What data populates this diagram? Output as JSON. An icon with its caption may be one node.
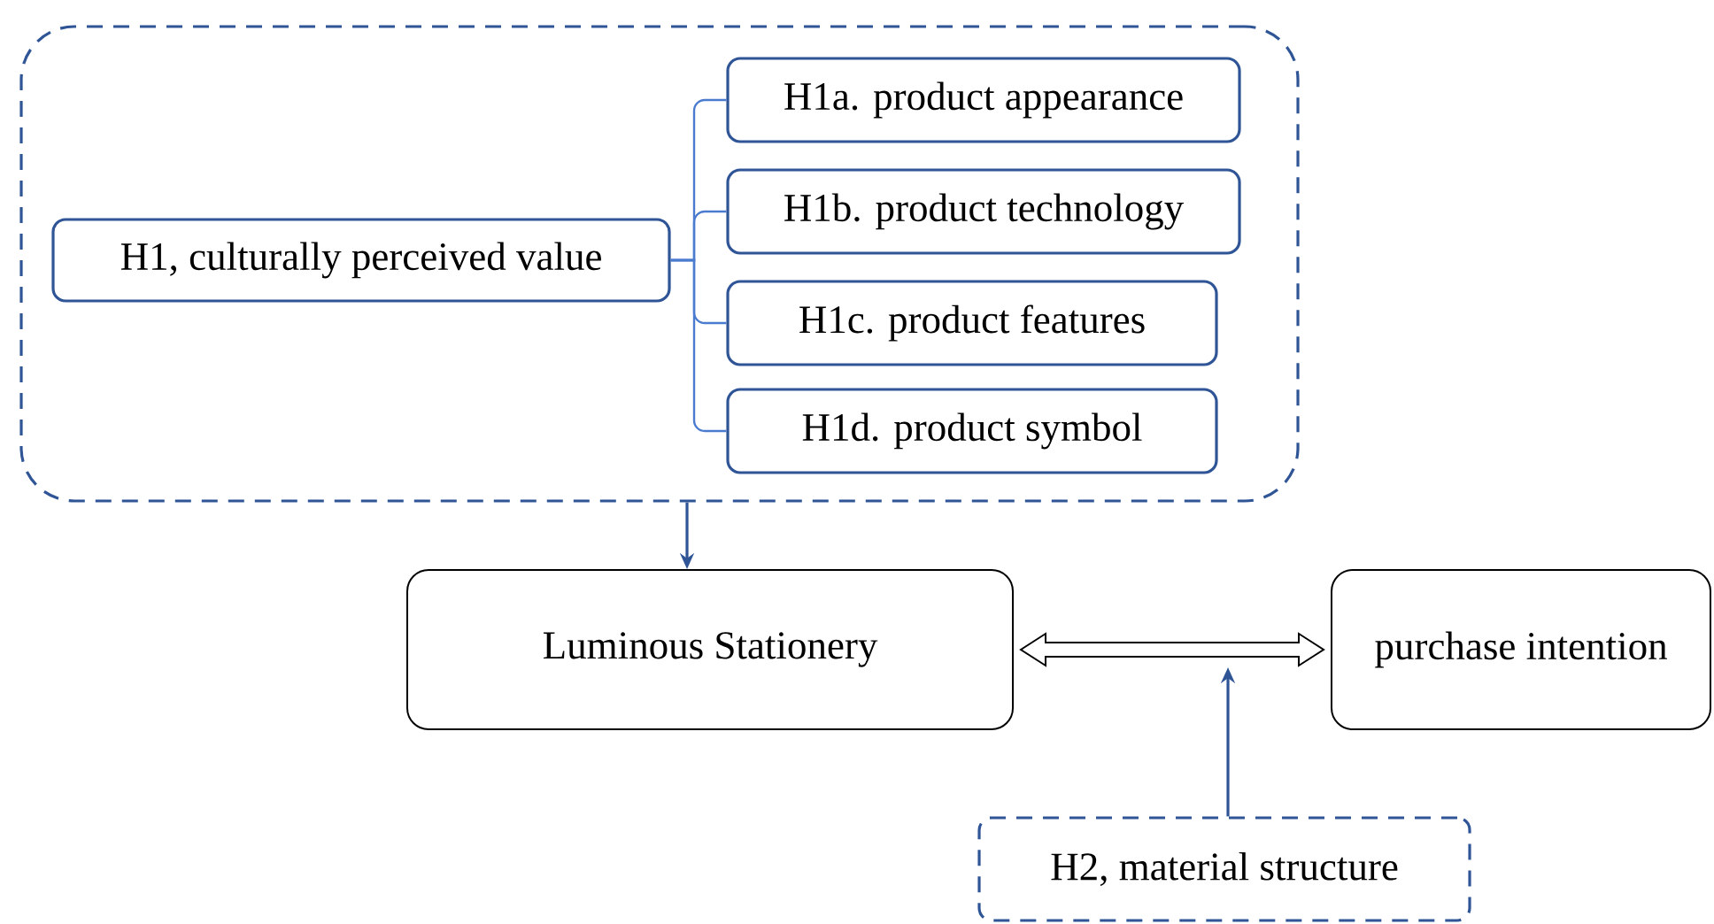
{
  "diagram": {
    "nodes": [
      {
        "text": [],
        "shape": "box"
      },
      {
        "text": [
          "H1, culturally perceived value"
        ],
        "in": 0
      },
      {
        "text": [
          "H1a. product appearance"
        ],
        "in": 0
      },
      {
        "text": [
          "H1b. product technology"
        ],
        "in": 0
      },
      {
        "text": [
          "H1c. product features"
        ],
        "in": 0
      },
      {
        "text": [
          "H1d. product symbol"
        ],
        "in": 0
      },
      {
        "text": [
          "Luminous Stationery"
        ]
      },
      {
        "text": [
          "purchase intention"
        ]
      },
      {
        "text": [
          "H2, material structure"
        ]
      }
    ],
    "edges": [
      {
        "from": 1,
        "to": 2,
        "arrow": "none"
      },
      {
        "from": 1,
        "to": 3,
        "arrow": "none"
      },
      {
        "from": 1,
        "to": 4,
        "arrow": "none"
      },
      {
        "from": 1,
        "to": 5,
        "arrow": "none"
      },
      {
        "from": 0,
        "to": 6,
        "arrow": "to",
        "color": "#2f5597"
      },
      {
        "from": 6,
        "to": 7,
        "arrow": "both",
        "style": "thick",
        "color": "#000000"
      },
      {
        "from": 8,
        "to": null,
        "arrow": "to",
        "color": "#2f5597"
      }
    ]
  }
}
